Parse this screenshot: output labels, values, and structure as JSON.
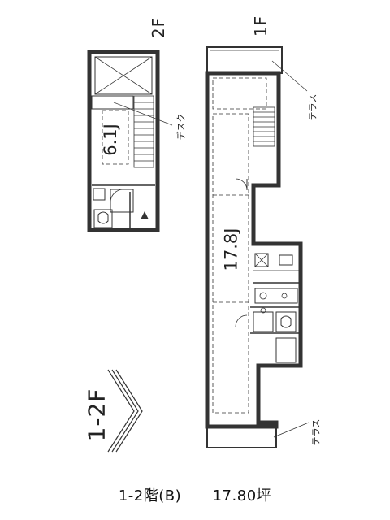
{
  "floors": {
    "upper": "2F",
    "lower": "1F"
  },
  "rooms": {
    "upper_area": "6.1J",
    "lower_area": "17.8J",
    "desk": "デスク",
    "terrace_top": "テラス",
    "terrace_bottom": "テラス"
  },
  "plan_name": "1-2F",
  "caption": {
    "floors": "1-2階(B)",
    "area": "17.80坪"
  }
}
